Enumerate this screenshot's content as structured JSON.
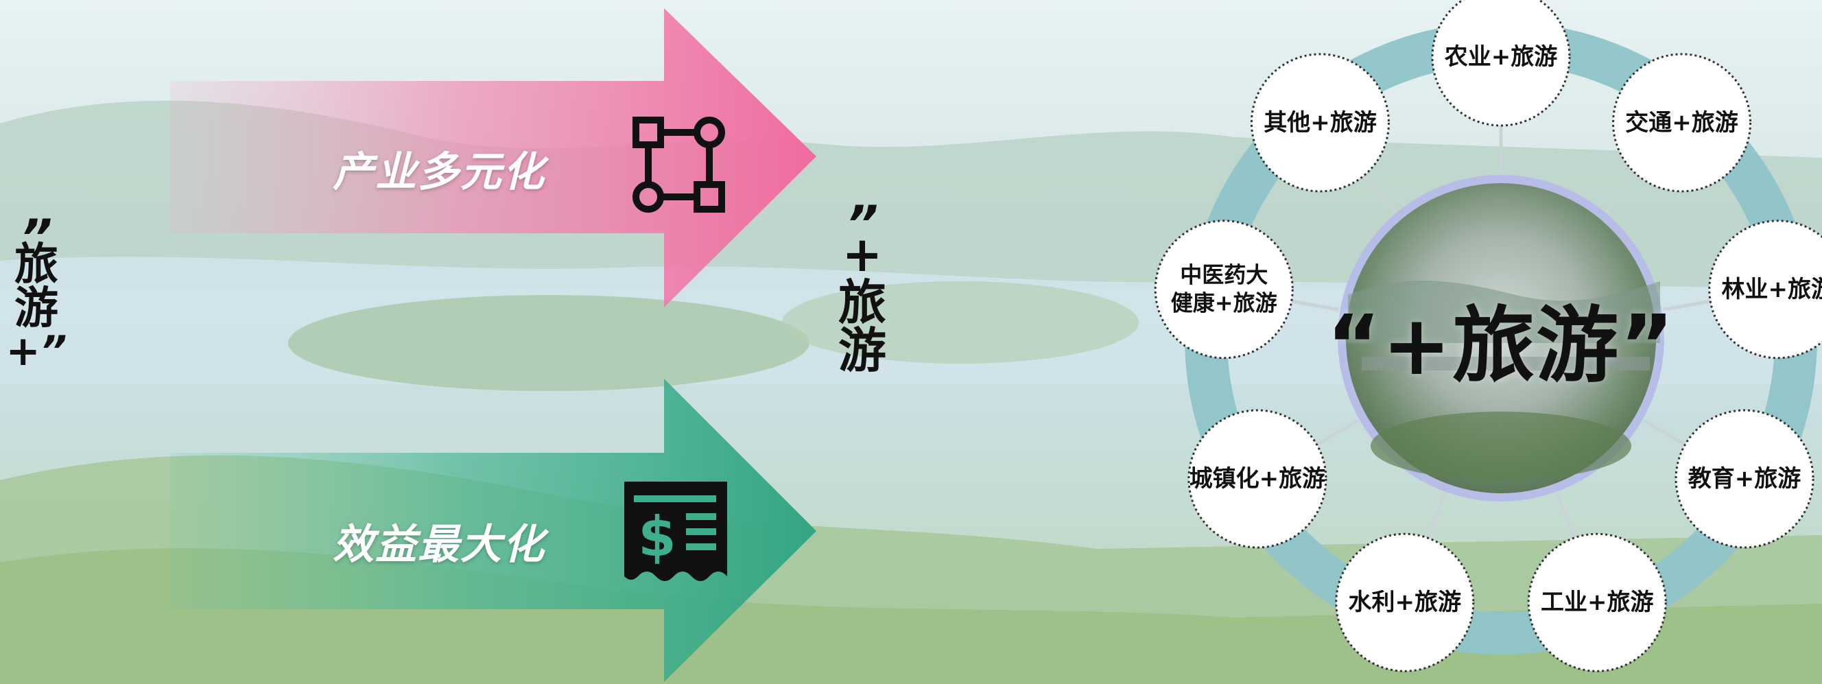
{
  "left_vertical": {
    "q_open": "”",
    "c1": "旅",
    "c2": "游",
    "q_close": "+”"
  },
  "mid_vertical": {
    "q_open": "”",
    "plus": "+",
    "c1": "旅",
    "c2": "游"
  },
  "arrows": [
    {
      "label": "产业多元化",
      "icon": "workflow-nodes-icon",
      "color": "#f07aa9"
    },
    {
      "label": "效益最大化",
      "icon": "dollar-receipt-icon",
      "color": "#3fae8c"
    }
  ],
  "center": {
    "title": "“+旅游”"
  },
  "bubbles": [
    {
      "label": "农业+旅游"
    },
    {
      "label": "交通+旅游"
    },
    {
      "label": "林业+旅游"
    },
    {
      "label": "教育+旅游"
    },
    {
      "label": "工业+旅游"
    },
    {
      "label": "水利+旅游"
    },
    {
      "label": "城镇化+旅游"
    },
    {
      "label": "中医药大\n健康+旅游"
    },
    {
      "label": "其他+旅游"
    }
  ],
  "colors": {
    "ring": "#8fc4c9",
    "center_border": "#b7bde6",
    "pink": "#f07aa9",
    "green": "#3fae8c"
  }
}
